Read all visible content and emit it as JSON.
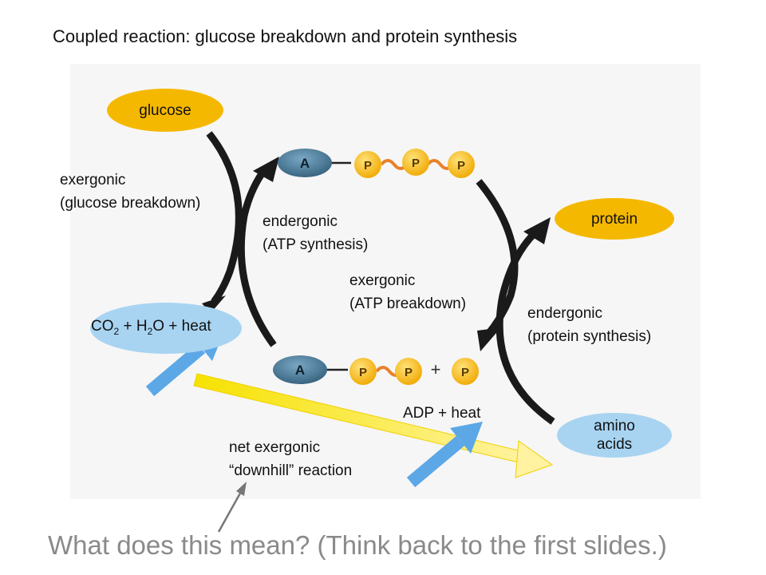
{
  "title": "Coupled reaction: glucose breakdown and protein synthesis",
  "nodes": {
    "glucose": "glucose",
    "protein": "protein",
    "amino_acids": [
      "amino",
      "acids"
    ],
    "products": {
      "co2_sub": "2",
      "h2o_sub": "2"
    },
    "adp_heat": "ADP + heat"
  },
  "molecules": {
    "adenosine_label": "A",
    "phosphate_label": "P",
    "plus": "+"
  },
  "labels": {
    "exergonic_glucose": [
      "exergonic",
      "(glucose breakdown)"
    ],
    "endergonic_atp": [
      "endergonic",
      "(ATP synthesis)"
    ],
    "exergonic_atp": [
      "exergonic",
      "(ATP breakdown)"
    ],
    "endergonic_protein": [
      "endergonic",
      "(protein synthesis)"
    ],
    "net_exergonic": [
      "net exergonic",
      "“downhill” reaction"
    ]
  },
  "question": "What does this mean? (Think back to the first slides.)",
  "colors": {
    "node_orange": "#f5b800",
    "node_blue": "#a8d4f2",
    "adenosine": "#3a6a86",
    "phosphate": "#f5b81c",
    "phosphate_bond": "#e8822a",
    "big_arrow_yellow": "#f6e642",
    "blue_arrow": "#5ca8e6",
    "question_gray": "#8a8a8a"
  }
}
